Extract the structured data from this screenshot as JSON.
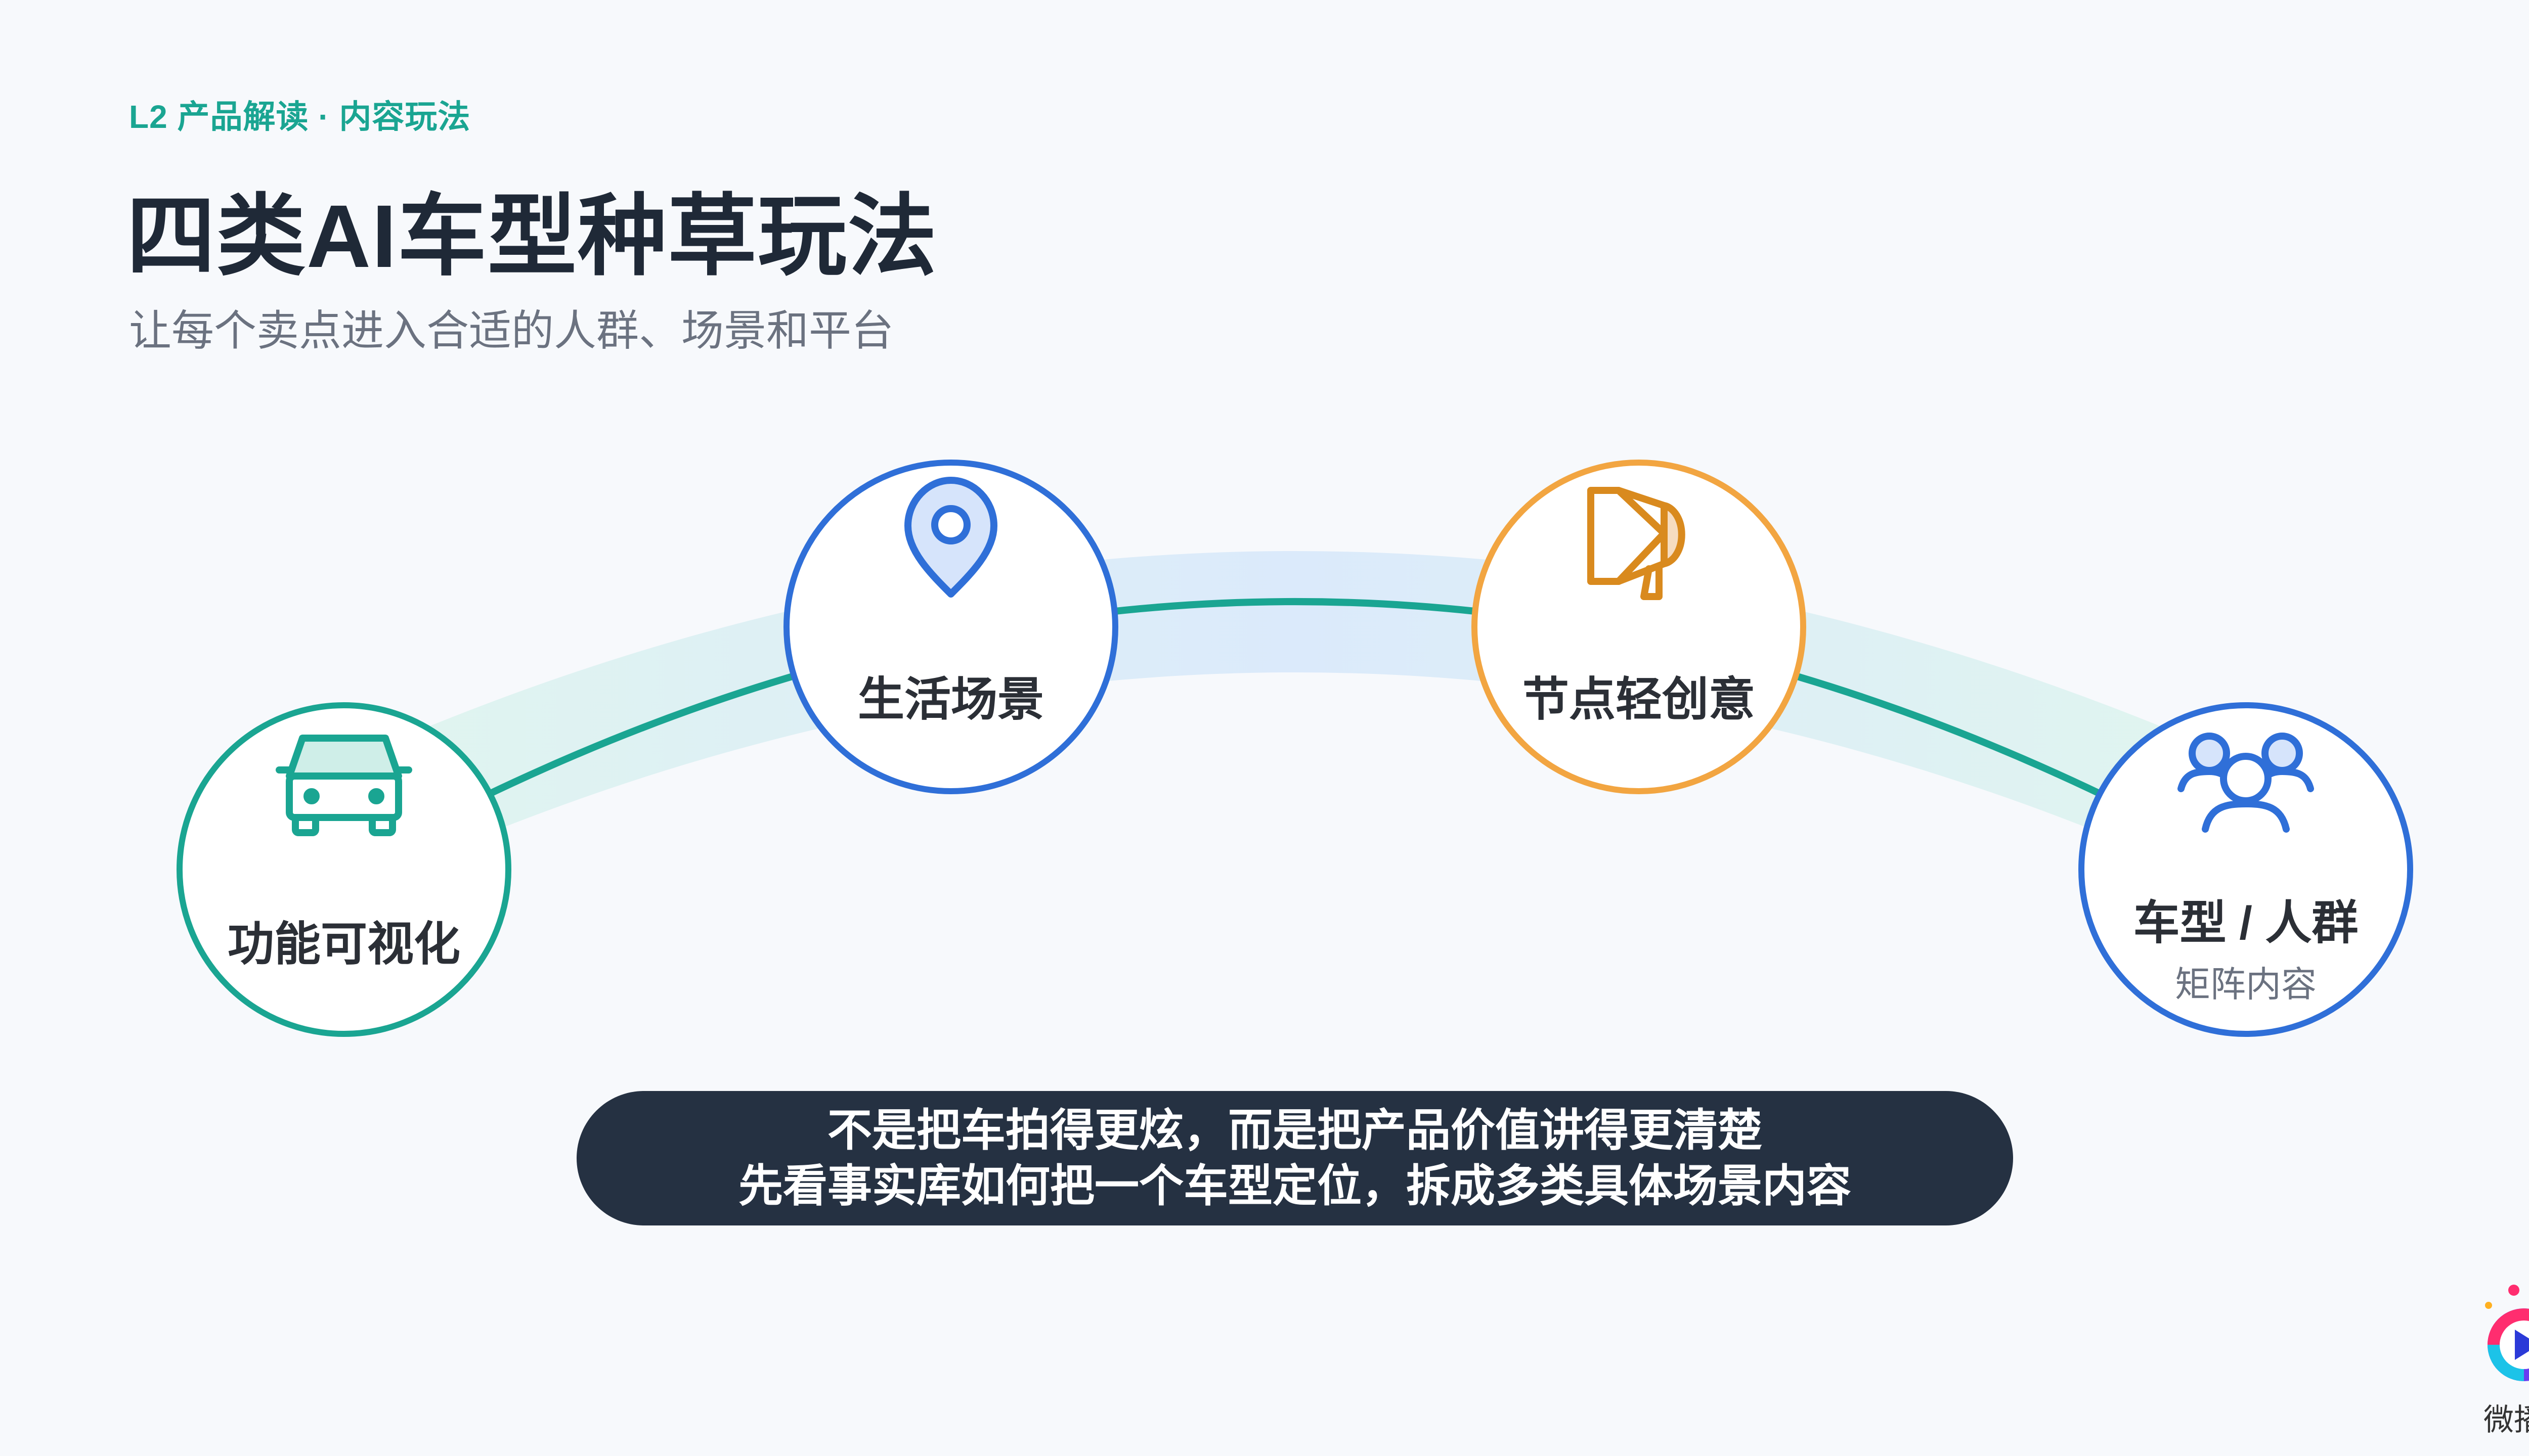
{
  "header": {
    "kicker": "L2 产品解读 · 内容玩法",
    "title": "四类AI车型种草玩法",
    "subtitle": "让每个卖点进入合适的人群、场景和平台"
  },
  "nodes": [
    {
      "label": "功能可视化",
      "icon": "car-icon",
      "color": "#1aa592"
    },
    {
      "label": "生活场景",
      "icon": "location-pin-icon",
      "color": "#2f6fd8"
    },
    {
      "label": "节点轻创意",
      "icon": "megaphone-icon",
      "color": "#f2a541"
    },
    {
      "label": "车型 / 人群",
      "sub": "矩阵内容",
      "icon": "users-icon",
      "color": "#2f6fd8"
    }
  ],
  "banner": {
    "line1": "不是把车拍得更炫，而是把产品价值讲得更清楚",
    "line2": "先看事实库如何把一个车型定位，拆成多类具体场景内容"
  },
  "brand": {
    "name": "微播易",
    "logo_icon": "play-logo-icon"
  },
  "colors": {
    "accent_teal": "#1aa592",
    "accent_blue": "#2f6fd8",
    "accent_orange": "#f2a541",
    "banner_bg": "#253142"
  }
}
